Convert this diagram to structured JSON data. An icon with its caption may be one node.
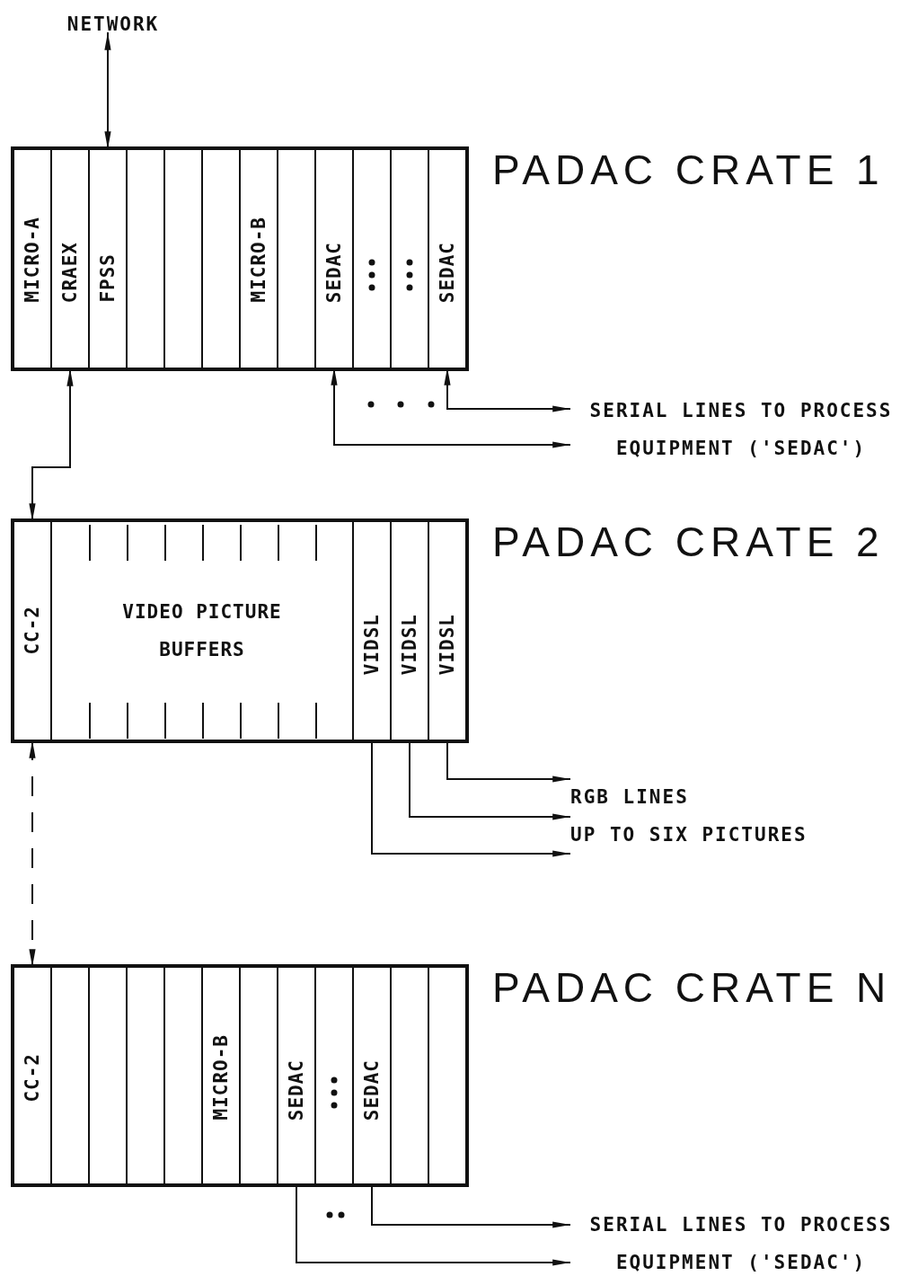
{
  "diagram": {
    "nodes": [
      {
        "text": [
          "NETWORK"
        ]
      },
      {
        "text": [
          "PADAC CRATE 1"
        ]
      },
      {
        "text": [
          "MICRO-A"
        ],
        "in": 1
      },
      {
        "text": [
          "CRAEX"
        ],
        "in": 1
      },
      {
        "text": [
          "FPSS"
        ],
        "in": 1
      },
      {
        "text": [],
        "shape": "box",
        "in": 1
      },
      {
        "text": [],
        "shape": "box",
        "in": 1
      },
      {
        "text": [],
        "shape": "box",
        "in": 1
      },
      {
        "text": [
          "MICRO-B"
        ],
        "in": 1
      },
      {
        "text": [],
        "shape": "box",
        "in": 1
      },
      {
        "text": [
          "SEDAC"
        ],
        "in": 1
      },
      {
        "text": [],
        "shape": "box",
        "in": 1
      },
      {
        "text": [],
        "shape": "box",
        "in": 1
      },
      {
        "text": [
          "SEDAC"
        ],
        "in": 1
      },
      {
        "text": [
          "SERIAL LINES TO PROCESS EQUIPMENT ('SEDAC')"
        ]
      },
      {
        "text": [
          "PADAC CRATE 2"
        ]
      },
      {
        "text": [
          "CC-2"
        ],
        "in": 15
      },
      {
        "text": [
          "VIDEO PICTURE BUFFERS"
        ],
        "in": 15
      },
      {
        "text": [
          "VIDSL"
        ],
        "in": 15
      },
      {
        "text": [
          "VIDSL"
        ],
        "in": 15
      },
      {
        "text": [
          "VIDSL"
        ],
        "in": 15
      },
      {
        "text": [
          "RGB LINES",
          "UP TO SIX PICTURES"
        ]
      },
      {
        "text": [
          "PADAC CRATE N"
        ]
      },
      {
        "text": [
          "CC-2"
        ],
        "in": 22
      },
      {
        "text": [],
        "shape": "box",
        "in": 22
      },
      {
        "text": [],
        "shape": "box",
        "in": 22
      },
      {
        "text": [],
        "shape": "box",
        "in": 22
      },
      {
        "text": [],
        "shape": "box",
        "in": 22
      },
      {
        "text": [
          "MICRO-B"
        ],
        "in": 22
      },
      {
        "text": [],
        "shape": "box",
        "in": 22
      },
      {
        "text": [
          "SEDAC"
        ],
        "in": 22
      },
      {
        "text": [],
        "shape": "box",
        "in": 22
      },
      {
        "text": [
          "SEDAC"
        ],
        "in": 22
      },
      {
        "text": [],
        "shape": "box",
        "in": 22
      },
      {
        "text": [],
        "shape": "box",
        "in": 22
      },
      {
        "text": [
          "SERIAL LINES TO PROCESS EQUIPMENT ('SEDAC')"
        ]
      }
    ],
    "edges": [
      {
        "from": 0,
        "to": 4,
        "arrow": "both"
      },
      {
        "from": 3,
        "to": 16,
        "arrow": "both"
      },
      {
        "from": 10,
        "to": 14,
        "arrow": "both"
      },
      {
        "from": 13,
        "to": 14,
        "arrow": "both"
      },
      {
        "from": 18,
        "to": 21,
        "arrow": "to"
      },
      {
        "from": 19,
        "to": 21,
        "arrow": "to"
      },
      {
        "from": 20,
        "to": 21,
        "arrow": "to"
      },
      {
        "from": 16,
        "to": 23,
        "arrow": "both",
        "style": "dashed"
      },
      {
        "from": 30,
        "to": 35,
        "arrow": "to"
      },
      {
        "from": 32,
        "to": 35,
        "arrow": "to"
      }
    ]
  }
}
